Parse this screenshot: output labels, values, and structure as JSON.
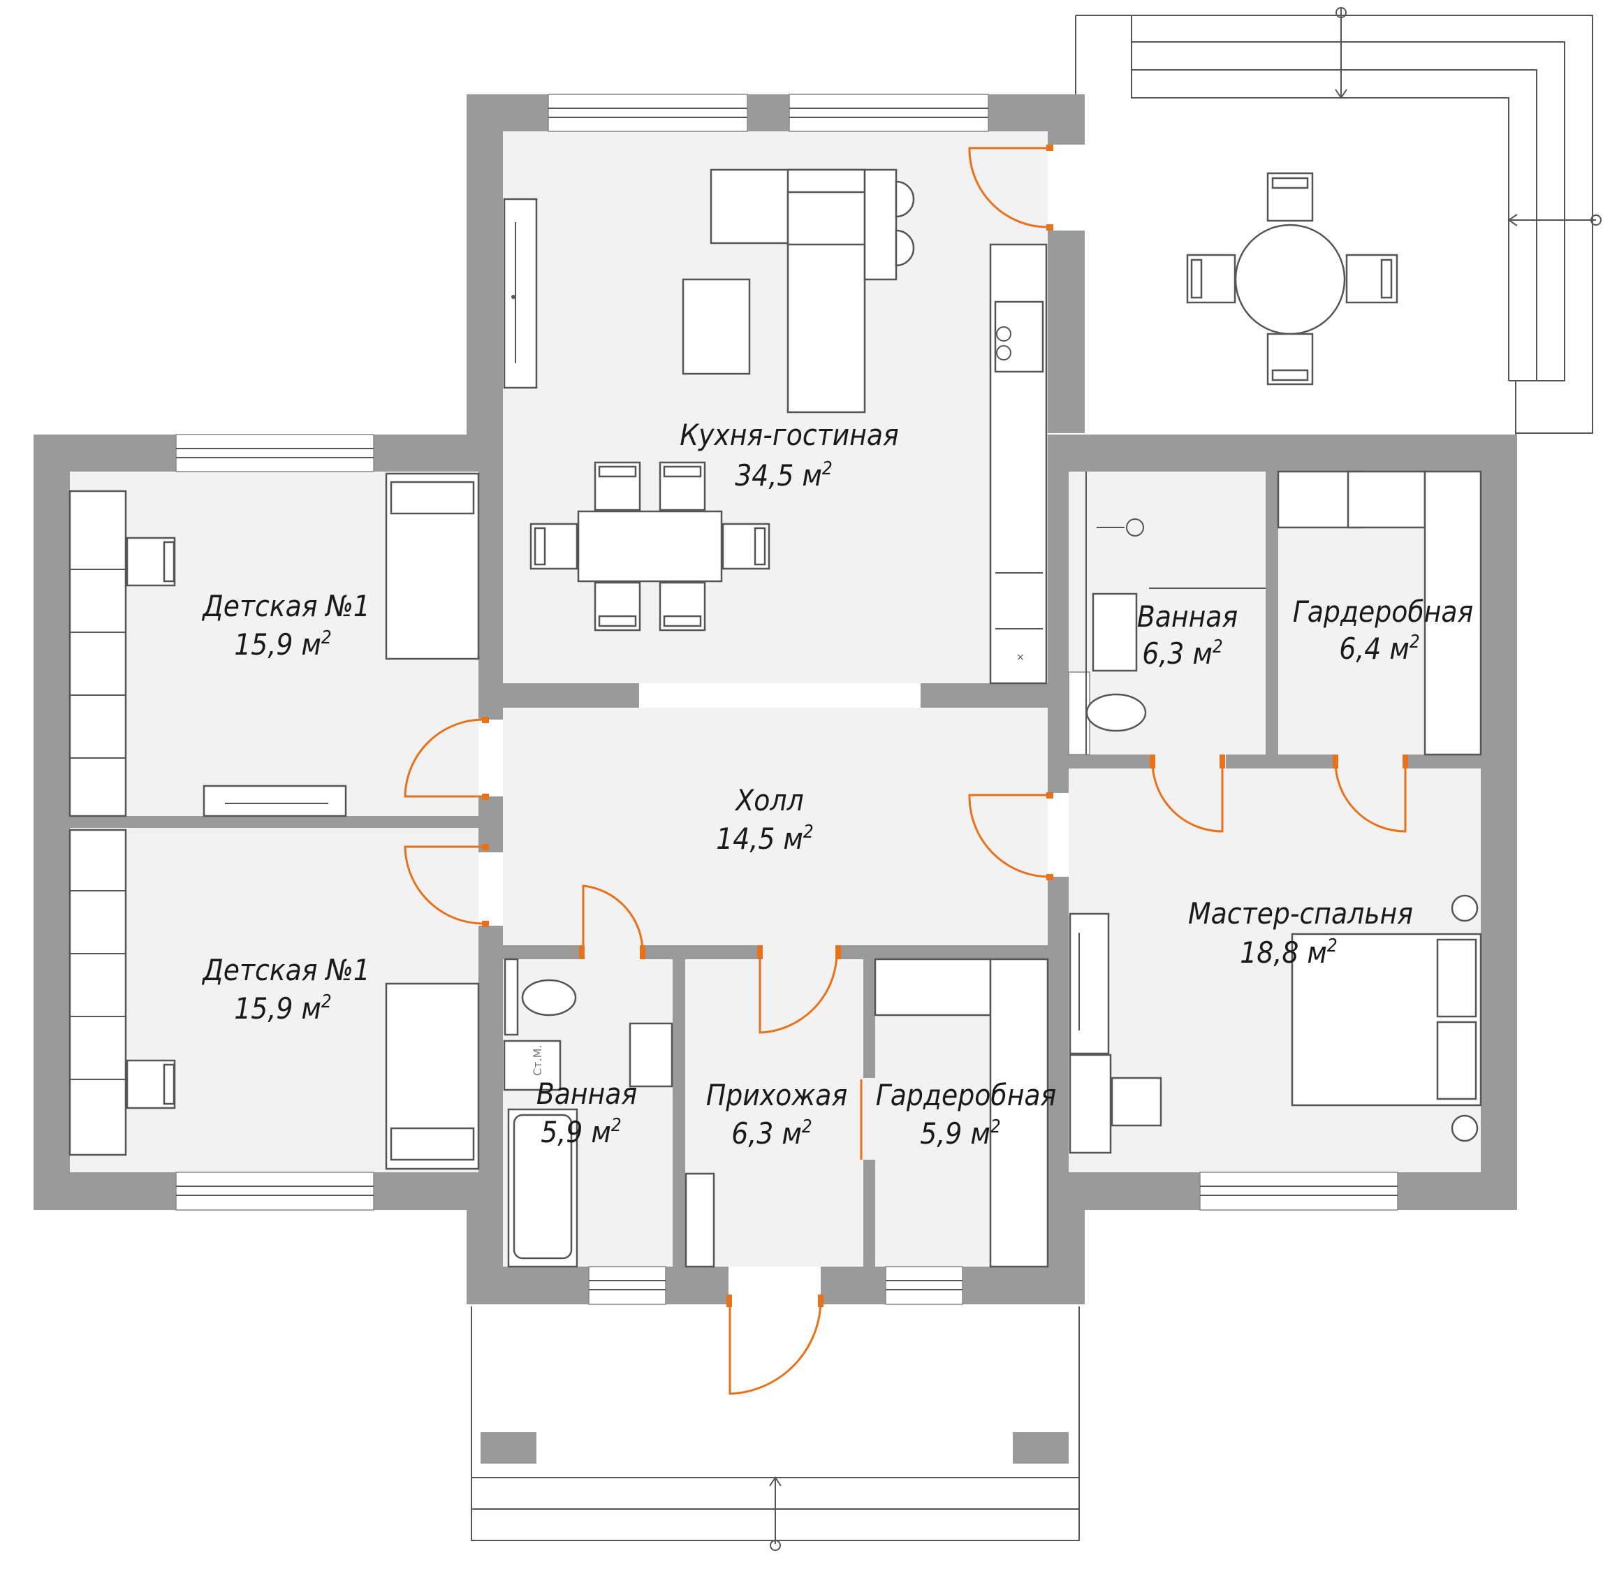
{
  "plan": {
    "rooms": [
      {
        "id": "kitchen",
        "name": "Кухня-гостиная",
        "area": "34,5 м"
      },
      {
        "id": "child1",
        "name": "Детская №1",
        "area": "15,9 м"
      },
      {
        "id": "child2",
        "name": "Детская №1",
        "area": "15,9 м"
      },
      {
        "id": "hall",
        "name": "Холл",
        "area": "14,5 м"
      },
      {
        "id": "bath1",
        "name": "Ванная",
        "area": "6,3 м"
      },
      {
        "id": "ward1",
        "name": "Гардеробная",
        "area": "6,4 м"
      },
      {
        "id": "master",
        "name": "Мастер-спальня",
        "area": "18,8 м"
      },
      {
        "id": "bath2",
        "name": "Ванная",
        "area": "5,9 м"
      },
      {
        "id": "entry",
        "name": "Прихожая",
        "area": "6,3 м"
      },
      {
        "id": "ward2",
        "name": "Гардеробная",
        "area": "5,9 м"
      }
    ],
    "sup": "2",
    "washer_label": "Ст.М.",
    "colors": {
      "wall": "#9a9a9a",
      "floor": "#f2f2f2",
      "door": "#e8721c",
      "line": "#555555"
    }
  }
}
